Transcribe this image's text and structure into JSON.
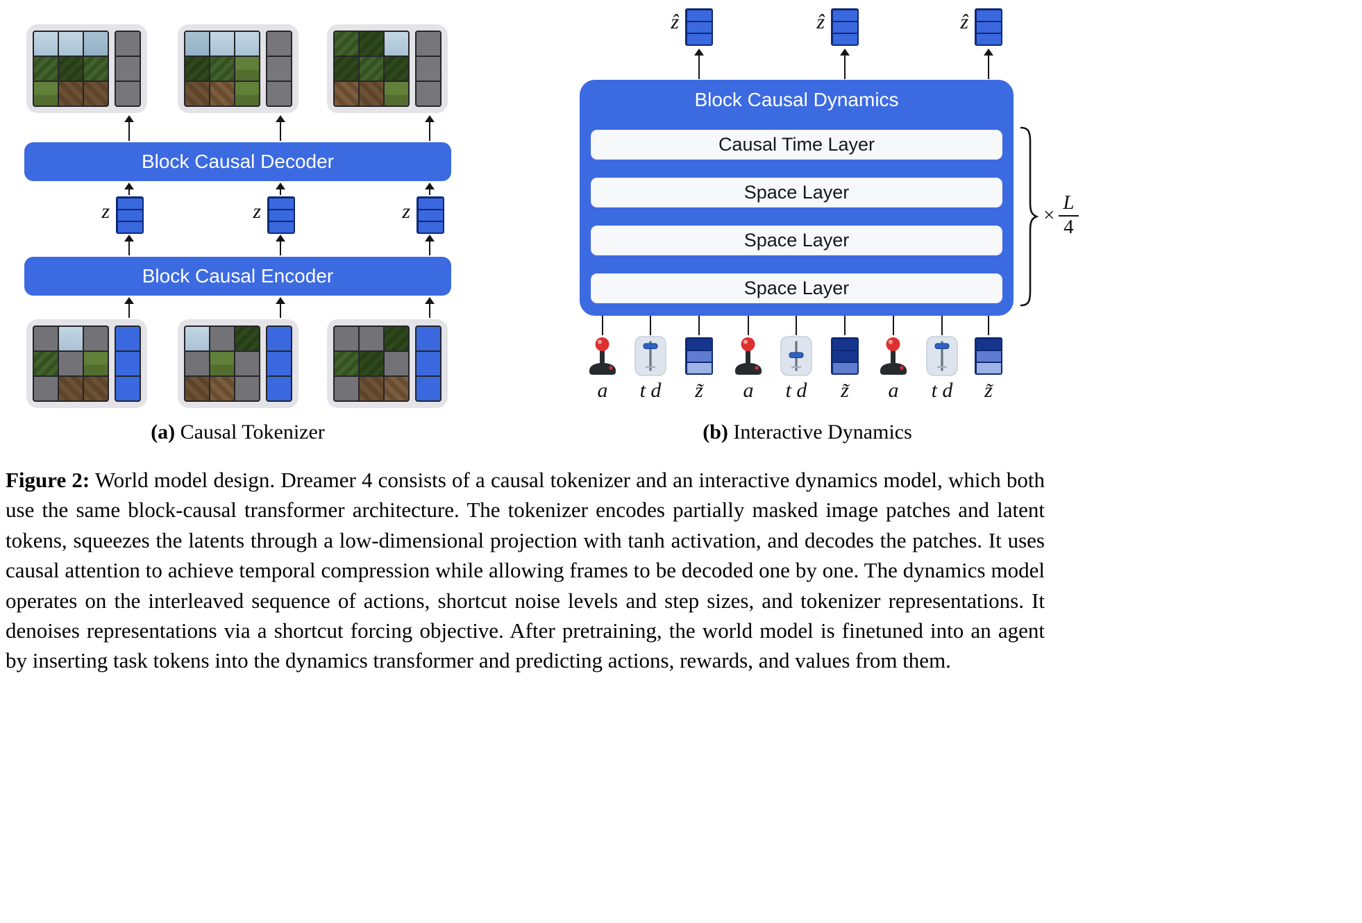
{
  "icons": {
    "action": "joystick-icon",
    "shortcut": "slider-icon",
    "repeat": "curly-brace"
  },
  "colors": {
    "accent_blue": "#3c6ae1",
    "token_blue": "#3a68de",
    "token_border": "#0e2a75",
    "masked_gray": "#737377",
    "noisy_token_dark": "#17358d",
    "noisy_token_mid": "#5f7cd0",
    "noisy_token_light": "#9fb2e6",
    "frame_container_gray": "#e4e4e8",
    "layer_bar_bg": "#f7f8fa"
  },
  "panel_a": {
    "caption_tag": "(a)",
    "caption_title": "Causal Tokenizer",
    "decoder_label": "Block Causal Decoder",
    "encoder_label": "Block Causal Encoder",
    "latent_label": "z",
    "frames_decoded": [
      {
        "patches": [
          "sky1",
          "sky1",
          "sky2",
          "tree1",
          "tree2",
          "tree1",
          "grass",
          "dirt1",
          "dirt1"
        ],
        "tokens": [
          "graytok",
          "graytok",
          "graytok"
        ]
      },
      {
        "patches": [
          "sky2",
          "sky1",
          "sky1",
          "tree2",
          "tree1",
          "grass",
          "dirt1",
          "dirt2",
          "grass"
        ],
        "tokens": [
          "graytok",
          "graytok",
          "graytok"
        ]
      },
      {
        "patches": [
          "tree1",
          "tree2",
          "sky1",
          "tree2",
          "tree1",
          "tree2",
          "dirt2",
          "dirt1",
          "grass"
        ],
        "tokens": [
          "graytok",
          "graytok",
          "graytok"
        ]
      }
    ],
    "frames_input": [
      {
        "patches": [
          "mask",
          "sky1",
          "mask",
          "tree1",
          "mask",
          "grass",
          "mask",
          "dirt1",
          "dirt1"
        ],
        "tokens": [
          "bluetok",
          "bluetok",
          "bluetok"
        ]
      },
      {
        "patches": [
          "sky1",
          "mask",
          "tree2",
          "mask",
          "grass",
          "mask",
          "dirt1",
          "dirt2",
          "mask"
        ],
        "tokens": [
          "bluetok",
          "bluetok",
          "bluetok"
        ]
      },
      {
        "patches": [
          "mask",
          "mask",
          "tree2",
          "tree1",
          "tree2",
          "mask",
          "mask",
          "dirt1",
          "dirt2"
        ],
        "tokens": [
          "bluetok",
          "bluetok",
          "bluetok"
        ]
      }
    ],
    "latents": [
      [
        "tok",
        "tok",
        "tok"
      ],
      [
        "tok",
        "tok",
        "tok"
      ],
      [
        "tok",
        "tok",
        "tok"
      ]
    ]
  },
  "panel_b": {
    "caption_tag": "(b)",
    "caption_title": "Interactive Dynamics",
    "title": "Block Causal Dynamics",
    "layers": [
      "Causal Time Layer",
      "Space Layer",
      "Space Layer",
      "Space Layer"
    ],
    "output_label": "ẑ",
    "outputs": [
      [
        "tok",
        "tok",
        "tok"
      ],
      [
        "tok",
        "tok",
        "tok"
      ],
      [
        "tok",
        "tok",
        "tok"
      ]
    ],
    "repeat": {
      "times_sign": "×",
      "numerator": "L",
      "denominator": "4"
    },
    "inputs": {
      "action_label": "a",
      "shortcut_label": "t d",
      "latent_label": "z̃"
    },
    "noisy_latents": [
      [
        "noise0",
        "noise1",
        "noise2"
      ],
      [
        "noise0",
        "noise0",
        "noise1"
      ],
      [
        "noise0",
        "noise1",
        "noise2"
      ]
    ]
  },
  "figure_caption": {
    "tag": "Figure 2:",
    "text": "World model design. Dreamer 4 consists of a causal tokenizer and an interactive dynamics model, which both use the same block-causal transformer architecture. The tokenizer encodes partially masked image patches and latent tokens, squeezes the latents through a low-dimensional projection with tanh activation, and decodes the patches. It uses causal attention to achieve temporal compression while allowing frames to be decoded one by one. The dynamics model operates on the interleaved sequence of actions, shortcut noise levels and step sizes, and tokenizer representations. It denoises representations via a shortcut forcing objective. After pretraining, the world model is finetuned into an agent by inserting task tokens into the dynamics transformer and predicting actions, rewards, and values from them."
  }
}
